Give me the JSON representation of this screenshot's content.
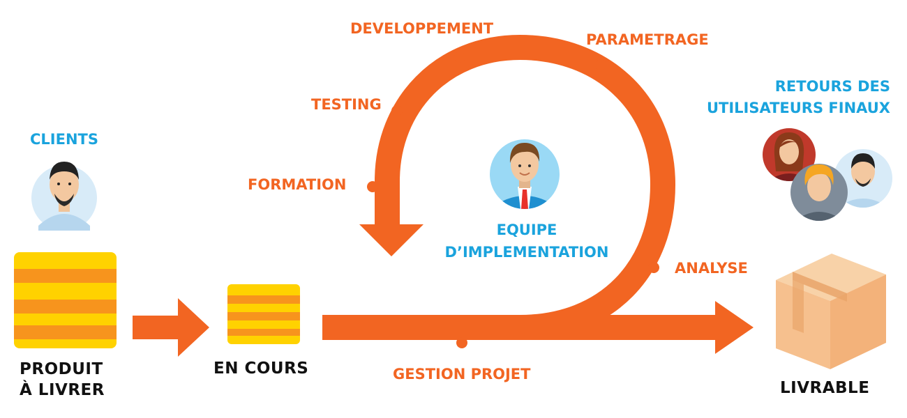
{
  "colors": {
    "accent_orange": "#f26522",
    "label_blue": "#1aa3dd",
    "text_dark": "#111111",
    "stack_yellow": "#ffd200",
    "stack_orange": "#f7941d",
    "box_tan": "#f6c08e"
  },
  "left": {
    "clients_label": "CLIENTS",
    "product_label_line1": "PRODUIT",
    "product_label_line2": "À LIVRER"
  },
  "middle": {
    "in_progress_label": "EN COURS",
    "team_label_line1": "EQUIPE",
    "team_label_line2": "D’IMPLEMENTATION"
  },
  "cycle": {
    "steps": [
      "DEVELOPPEMENT",
      "PARAMETRAGE",
      "TESTING",
      "FORMATION",
      "ANALYSE",
      "GESTION PROJET"
    ]
  },
  "right": {
    "feedback_line1": "RETOURS DES",
    "feedback_line2": "UTILISATEURS FINAUX",
    "deliverable_label": "LIVRABLE"
  },
  "icons": [
    "client-avatar-icon",
    "team-member-avatar-icon",
    "woman-avatar-icon",
    "blonde-avatar-icon",
    "man-avatar-icon",
    "cardboard-box-icon"
  ]
}
